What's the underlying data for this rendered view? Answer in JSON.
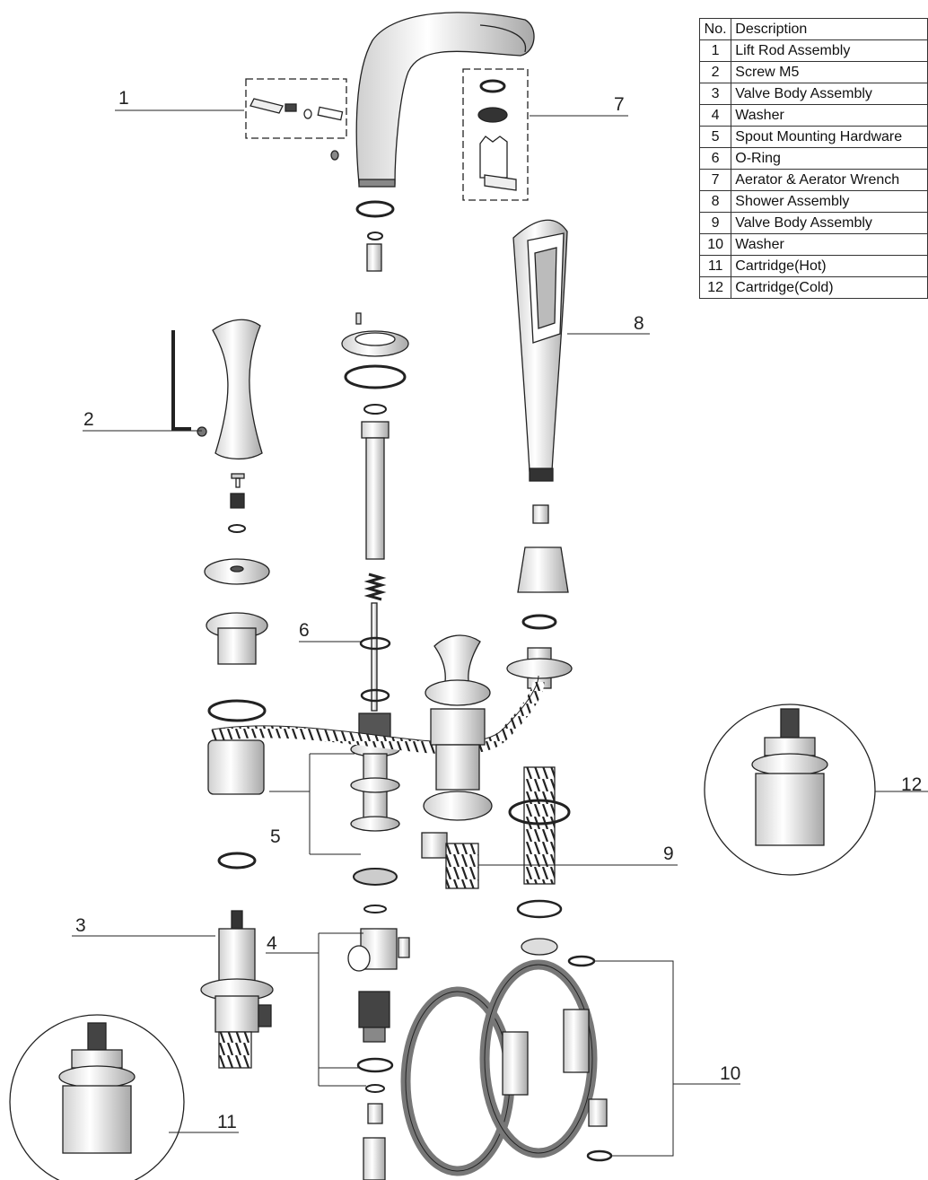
{
  "table": {
    "headers": {
      "no": "No.",
      "description": "Description"
    },
    "rows": [
      {
        "no": "1",
        "description": "Lift Rod Assembly"
      },
      {
        "no": "2",
        "description": "Screw M5"
      },
      {
        "no": "3",
        "description": "Valve Body Assembly"
      },
      {
        "no": "4",
        "description": "Washer"
      },
      {
        "no": "5",
        "description": "Spout Mounting Hardware"
      },
      {
        "no": "6",
        "description": "O-Ring"
      },
      {
        "no": "7",
        "description": "Aerator & Aerator Wrench"
      },
      {
        "no": "8",
        "description": "Shower  Assembly"
      },
      {
        "no": "9",
        "description": "Valve Body Assembly"
      },
      {
        "no": "10",
        "description": "Washer"
      },
      {
        "no": "11",
        "description": "Cartridge(Hot)"
      },
      {
        "no": "12",
        "description": "Cartridge(Cold)"
      }
    ]
  },
  "callouts": {
    "c1": "1",
    "c2": "2",
    "c3": "3",
    "c4": "4",
    "c5": "5",
    "c6": "6",
    "c7": "7",
    "c8": "8",
    "c9": "9",
    "c10": "10",
    "c11": "11",
    "c12": "12"
  },
  "colors": {
    "line": "#222222",
    "fill": "#f2f2f2",
    "shade": "#bdbdbd",
    "dark": "#3a3a3a"
  }
}
